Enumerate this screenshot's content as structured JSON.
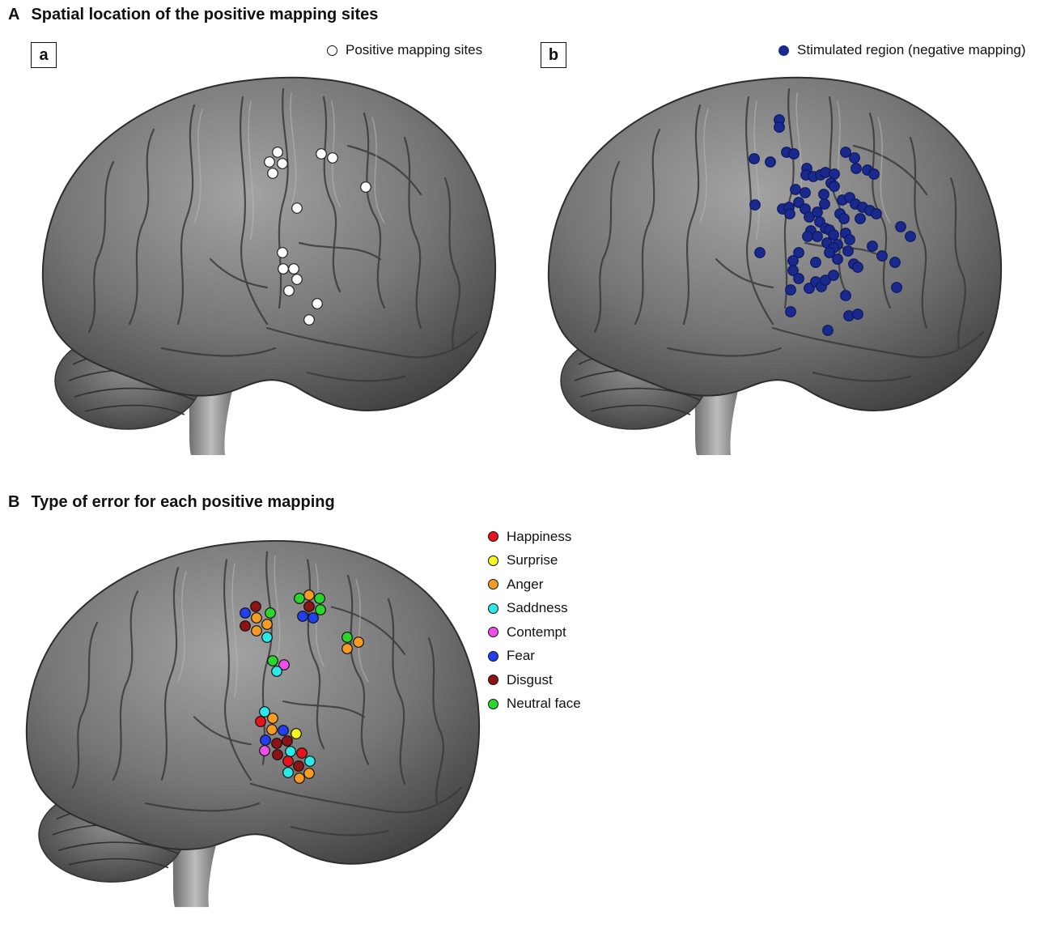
{
  "section_a": {
    "letter": "A",
    "title": "Spatial location of the positive mapping sites"
  },
  "section_b": {
    "letter": "B",
    "title": "Type of error for each positive mapping"
  },
  "panel_a": {
    "label": "a",
    "legend_label": "Positive mapping sites",
    "legend_color": "#ffffff"
  },
  "panel_b": {
    "label": "b",
    "legend_label": "Stimulated region (negative mapping)",
    "legend_color": "#1a2a8c"
  },
  "emotion_legend": [
    {
      "label": "Happiness",
      "color": "#e8141b"
    },
    {
      "label": "Surprise",
      "color": "#f7f720"
    },
    {
      "label": "Anger",
      "color": "#f59a23"
    },
    {
      "label": "Saddness",
      "color": "#2ce8e8"
    },
    {
      "label": "Contempt",
      "color": "#ee4fe6"
    },
    {
      "label": "Fear",
      "color": "#1f3ff0"
    },
    {
      "label": "Disgust",
      "color": "#8c1414"
    },
    {
      "label": "Neutral face",
      "color": "#2ad62a"
    }
  ],
  "colors": {
    "brain_fill": "#6f6f6f",
    "brain_light": "#9a9a9a",
    "brain_dark": "#3a3a3a",
    "marker_edge": "#111111"
  }
}
